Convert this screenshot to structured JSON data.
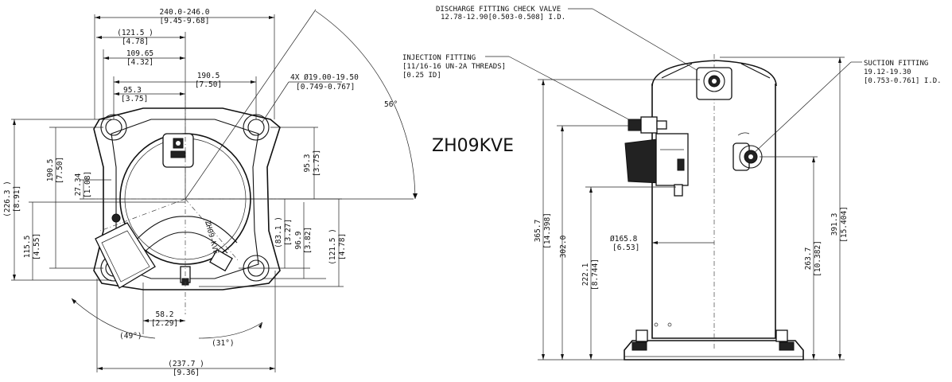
{
  "model": "ZH09KVE",
  "top_view": {
    "overall_width": "240.0-246.0",
    "overall_width_in": "[9.45-9.68]",
    "d_121_5": "(121.5 )",
    "d_121_5_in": "[4.78]",
    "d_109_65": "109.65",
    "d_109_65_in": "[4.32]",
    "d_190_5": "190.5",
    "d_190_5_in": "[7.50]",
    "d_95_3": "95.3",
    "d_95_3_in": "[3.75]",
    "holes": "4X Ø19.00-19.50",
    "holes_in": "[0.749-0.767]",
    "angle_56": "56°",
    "v_226_3": "(226.3 )",
    "v_226_3_in": "[8.91]",
    "v_190_5": "190.5",
    "v_190_5_in": "[7.50]",
    "v_27_34": "27.34",
    "v_27_34_in": "[1.08]",
    "v_115_5": "115.5",
    "v_115_5_in": "[4.55]",
    "v_95_3": "95.3",
    "v_95_3_in": "[3.75]",
    "v_83_1": "(83.1 )",
    "v_83_1_in": "[3.27]",
    "v_96_9": "96.9",
    "v_96_9_in": "[3.82]",
    "v_121_5": "(121.5 )",
    "v_121_5_in": "[4.78]",
    "d_58_2": "58.2",
    "d_58_2_in": "[2.29]",
    "angle_49": "(49°)",
    "angle_31": "(31°)",
    "d_237_7": "(237.7 )",
    "d_237_7_in": "[9.36]"
  },
  "side_view": {
    "discharge_label": "DISCHARGE FITTING CHECK VALVE",
    "discharge_dim": "12.78-12.90[0.503-0.508] I.D.",
    "injection_label": "INJECTION FITTING",
    "injection_threads": "[11/16-16 UN-2A THREADS]",
    "injection_id": "[0.25 ID]",
    "suction_label": "SUCTION FITTING",
    "suction_dim": "19.12-19.30",
    "suction_dim_in": "[0.753-0.761] I.D.",
    "diameter": "Ø165.8",
    "diameter_in": "[6.53]",
    "h_365_7": "365.7",
    "h_365_7_in": "[14.398]",
    "h_302_0": "302.0",
    "h_222_1": "222.1",
    "h_222_1_in": "[8.744]",
    "h_263_7": "263.7",
    "h_263_7_in": "[10.382]",
    "h_391_3": "391.3",
    "h_391_3_in": "[15.404]"
  }
}
